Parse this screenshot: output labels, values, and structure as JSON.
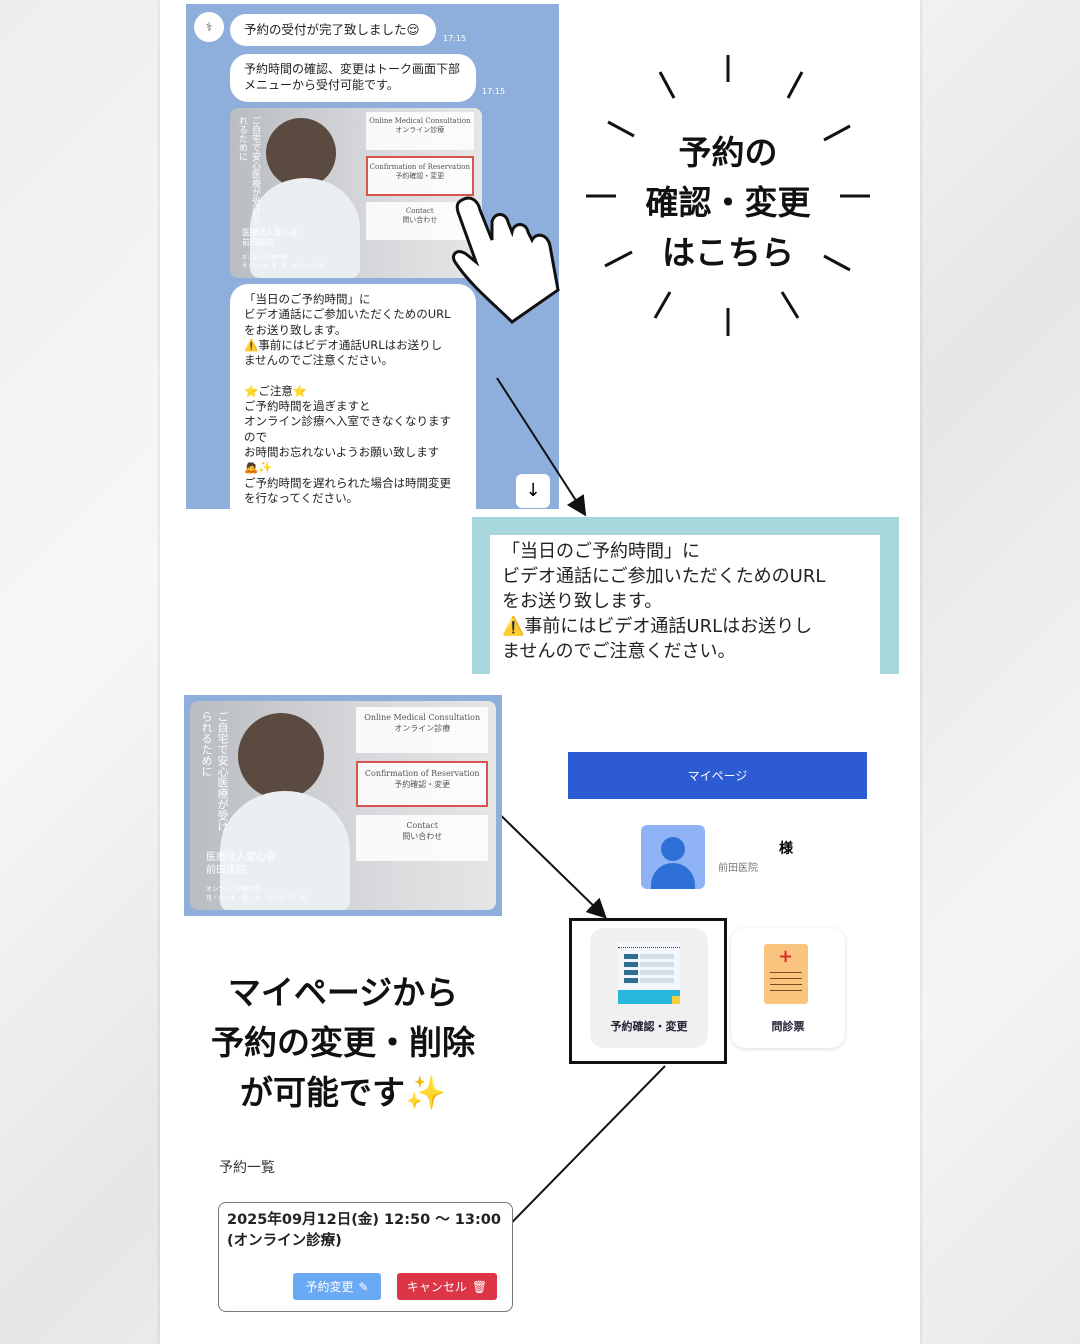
{
  "chat": {
    "messages": [
      {
        "text": "予約の受付が完了致しました😌",
        "time": "17:15"
      },
      {
        "text": "予約時間の確認、変更はトーク画面下部\nメニューから受付可能です。",
        "time": "17:15"
      }
    ],
    "long_message": "「当日のご予約時間」に\nビデオ通話にご参加いただくためのURL\nをお送り致します。\n⚠️事前にはビデオ通話URLはお送りし\nませんのでご注意ください。\n\n⭐ご注意⭐\nご予約時間を過ぎますと\nオンライン診療へ入室できなくなります\nので\nお時間お忘れないようお願い致します\n🙇✨\nご予約時間を遅れられた場合は時間変更\nを行なってください。",
    "scroll_down_icon": "arrow-down-icon"
  },
  "rich_menu": {
    "tiles": [
      {
        "en": "Online Medical Consultation",
        "ja": "オンライン診療"
      },
      {
        "en": "Confirmation of Reservation",
        "ja": "予約確認・変更"
      },
      {
        "en": "Contact",
        "ja": "問い合わせ"
      }
    ],
    "clinic_name": "医療法人愛心会\n前田医院",
    "hours": "オンライン診療日時\n月・火・木・金・土　18:00〜21:00",
    "tagline": "ご自宅で安心医療が受けられるために"
  },
  "callout1": {
    "lines": [
      "予約の",
      "確認・変更",
      "はこちら"
    ]
  },
  "zoom_message": "「当日のご予約時間」に\nビデオ通話にご参加いただくためのURL\nをお送り致します。\n⚠️事前にはビデオ通話URLはお送りし\nませんのでご注意ください。",
  "mypage": {
    "title": "マイページ",
    "honorific": "様",
    "clinic": "前田医院",
    "cards": [
      {
        "label": "予約確認・変更",
        "icon": "calendar-icon"
      },
      {
        "label": "問診票",
        "icon": "medical-form-icon"
      }
    ]
  },
  "callout2": {
    "lines": [
      "マイページから",
      "予約の変更・削除",
      "が可能です✨"
    ]
  },
  "reservations": {
    "heading": "予約一覧",
    "items": [
      {
        "datetime": "2025年09月12日(金) 12:50 〜 13:00",
        "type": "(オンライン診療)",
        "change_label": "予約変更",
        "cancel_label": "キャンセル"
      }
    ]
  },
  "colors": {
    "chat_bg": "#8eaedb",
    "mypage_blue": "#2c5bd4",
    "change_btn": "#6aaaf5",
    "cancel_btn": "#dc3545",
    "highlight": "#d9534f",
    "zoom_border": "#a9d8dc"
  }
}
